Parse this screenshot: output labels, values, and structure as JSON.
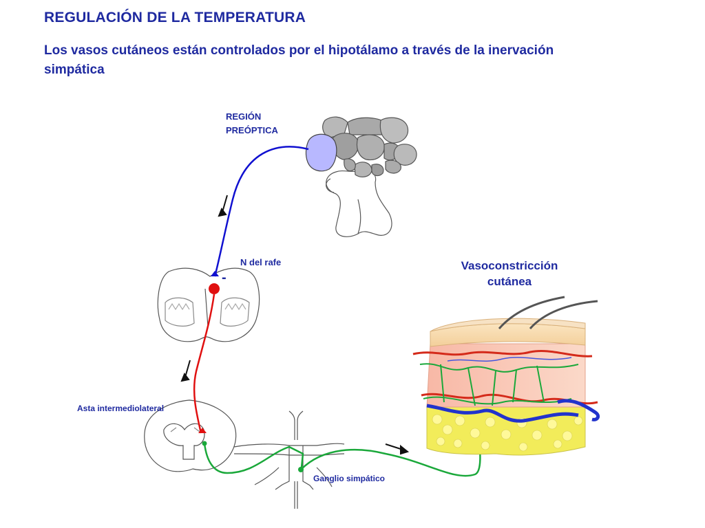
{
  "title": "REGULACIÓN DE LA TEMPERATURA",
  "subtitle": "Los vasos cutáneos están controlados por el hipotálamo a través de la inervación simpática",
  "labels": {
    "preoptic_line1": "REGIÓN",
    "preoptic_line2": "PREÓPTICA",
    "raphe": "N del rafe",
    "raphe_sign": "-",
    "intermediolateral": "Asta intermediolateral",
    "ganglion": "Ganglio simpático",
    "effect_line1": "Vasoconstricción",
    "effect_line2": "cutánea"
  },
  "colors": {
    "text": "#1f2aa0",
    "blue_pathway": "#1010d0",
    "red_pathway": "#e01010",
    "green_pathway": "#1aa83a",
    "preoptic_fill": "#b8b8ff",
    "skin_epidermis": "#f6d7a8",
    "skin_dermis": "#f7c5b3",
    "fat": "#f2ec5a"
  }
}
